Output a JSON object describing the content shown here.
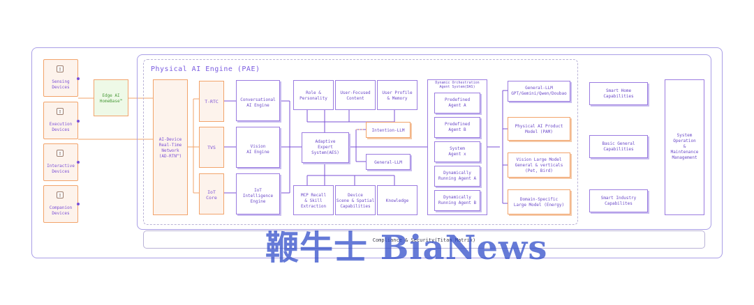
{
  "title": "Physical AI Engine (PAE)",
  "devices": [
    "Sensing\nDevices",
    "Execution\nDevices",
    "Interactive\nDevices",
    "Companion\nDevices"
  ],
  "edge": "Edge AI\nHomeBase™",
  "adrtn": "AI-Device\nReal-Time\nNetwork\n(AD-RTN™)",
  "middleware": [
    "T-RTC",
    "TVS",
    "IoT\nCore"
  ],
  "engines": [
    "Conversational\nAI Engine",
    "Vision\nAI Engine",
    "IoT\nIntelligence\nEngine"
  ],
  "top_modules": [
    "Role &\nPersonality",
    "User-Focused\nContent",
    "User Profile\n& Memory"
  ],
  "aes": "Adaptive\nExpert\nSystem(AES)",
  "intention_llm": "Intention-LLM",
  "general_llm_mid": "General-LLM",
  "bottom_modules": [
    "MCP Recall\n& Skill\nExtraction",
    "Device\nScene & Spatial\nCapabilities",
    "Knowledge"
  ],
  "das_title": "Dynamic Orchestration\nAgent System(DAS)",
  "agents": [
    "Predefined\nAgent A",
    "Predefined\nAgent B",
    "System\nAgent x",
    "Dynamically\nRunning Agent A",
    "Dynamically\nRunning Agent B"
  ],
  "models": [
    "General-LLM\nGPT/Gemini/Qwen/Doubao",
    "Physical AI Product\nModel (PAM)",
    "Vision Large Model\nGeneral & verticals\n(Pet, Bird)",
    "Domain-Specific\nLarge Model (Energy)"
  ],
  "capabilities": [
    "Smart Home\nCapabilities",
    "Basic General\nCapabilities",
    "Smart Industry\nCapabilites"
  ],
  "system_ops": "System\nOperation\n&\nMaintenance\nManagement",
  "compliance": "Compliance & Security(Titan Matrix)",
  "watermark": "鞭牛士 BiaNews",
  "colors": {
    "purple": "#7a4fd6",
    "orange": "#f2a36a",
    "border": "#a99ee6",
    "watermark": "#2b48c8"
  }
}
